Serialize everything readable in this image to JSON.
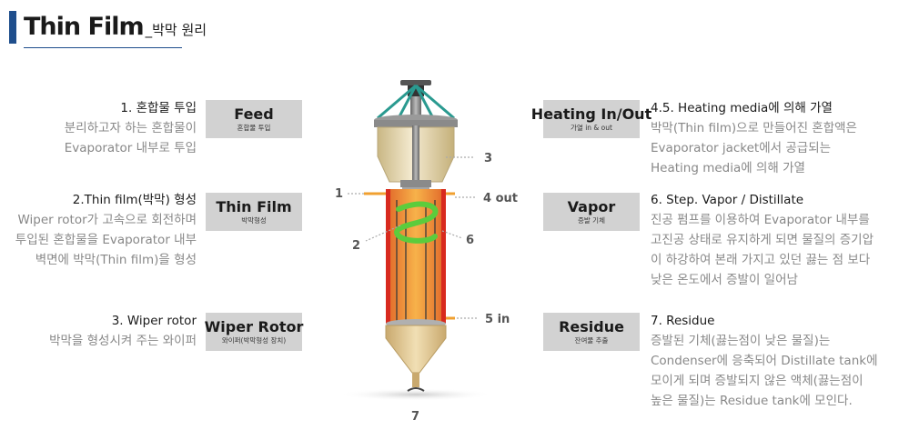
{
  "header": {
    "title_main": "Thin Film",
    "title_sub": "_박막 원리"
  },
  "left": [
    {
      "head": "1. 혼합물 투입",
      "lines": [
        "분리하고자 하는 혼합물이",
        "Evaporator 내부로 투입"
      ],
      "box_title": "Feed",
      "box_sub": "혼합물 투입"
    },
    {
      "head": "2.Thin film(박막) 형성",
      "lines": [
        "Wiper rotor가 고속으로 회전하며",
        "투입된 혼합물을 Evaporator 내부",
        "벽면에 박막(Thin film)을 형성"
      ],
      "box_title": "Thin Film",
      "box_sub": "박막형성"
    },
    {
      "head": "3. Wiper rotor",
      "lines": [
        "박막을 형성시켜 주는 와이퍼"
      ],
      "box_title": "Wiper Rotor",
      "box_sub": "와이퍼(박막형성 장치)"
    }
  ],
  "right": [
    {
      "head": "4.5. Heating media에 의해 가열",
      "lines": [
        "박막(Thin film)으로 만들어진 혼합액은",
        "Evaporator jacket에서 공급되는",
        "Heating media에 의해 가열"
      ],
      "box_title": "Heating In/Out",
      "box_sub": "가열 in & out"
    },
    {
      "head": "6. Step. Vapor / Distillate",
      "lines": [
        "진공 펌프를 이용하여 Evaporator 내부를",
        "고진공 상태로 유지하게 되면 물질의 증기압",
        "이 하강하여 본래 가지고 있던 끓는 점 보다",
        "낮은 온도에서 증발이 일어남"
      ],
      "box_title": "Vapor",
      "box_sub": "증발 기체"
    },
    {
      "head": "7. Residue",
      "lines": [
        "증발된 기체(끓는점이 낮은 물질)는",
        "Condenser에 응축되어 Distillate tank에",
        "모이게 되며 증발되지 않은 액체(끓는점이",
        "높은 물질)는 Residue tank에 모인다."
      ],
      "box_title": "Residue",
      "box_sub": "잔여물 추출"
    }
  ],
  "points": {
    "p1": "1",
    "p3": "3",
    "p4": "4 out",
    "p2": "2",
    "p6": "6",
    "p5": "5 in",
    "p7": "7"
  },
  "colors": {
    "accent": "#1f4e8c",
    "box": "#d2d2d2",
    "heating_pipe": "#f0a030",
    "jacket_red": "#d82a1e",
    "coil_green": "#5ccc3c",
    "support_teal": "#2a9a90"
  }
}
